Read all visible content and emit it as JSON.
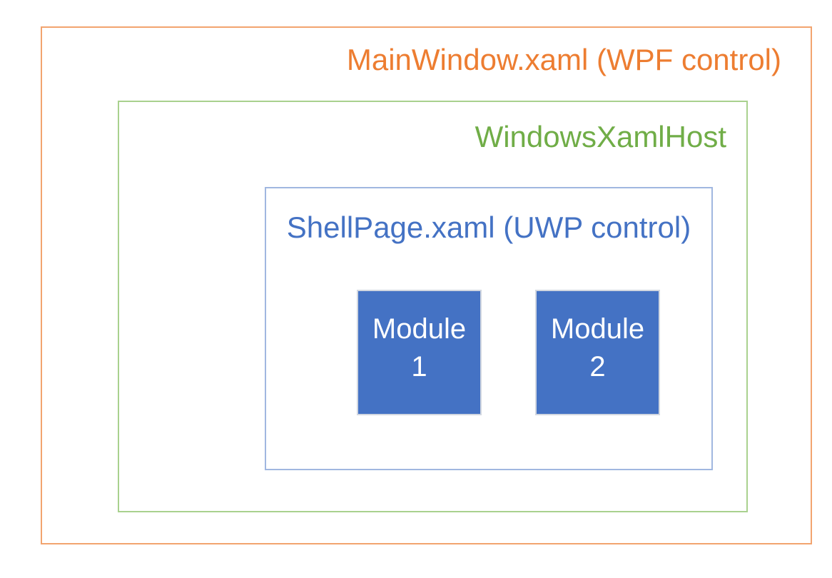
{
  "diagram": {
    "background_color": "#FFFFFF",
    "boxes": {
      "main_window": {
        "label": "MainWindow.xaml (WPF control)",
        "text_color": "#ED7D31",
        "border_color": "#F2A46F"
      },
      "xaml_host": {
        "label": "WindowsXamlHost",
        "text_color": "#70AD47",
        "border_color": "#A9D18E"
      },
      "shell_page": {
        "label": "ShellPage.xaml (UWP control)",
        "text_color": "#4472C4",
        "border_color": "#A0B7E0"
      }
    },
    "modules": [
      {
        "label_line1": "Module",
        "label_line2": "1",
        "fill_color": "#4472C4",
        "border_color": "#D2D7E0",
        "text_color": "#FFFFFF"
      },
      {
        "label_line1": "Module",
        "label_line2": "2",
        "fill_color": "#4472C4",
        "border_color": "#D2D7E0",
        "text_color": "#FFFFFF"
      }
    ]
  }
}
